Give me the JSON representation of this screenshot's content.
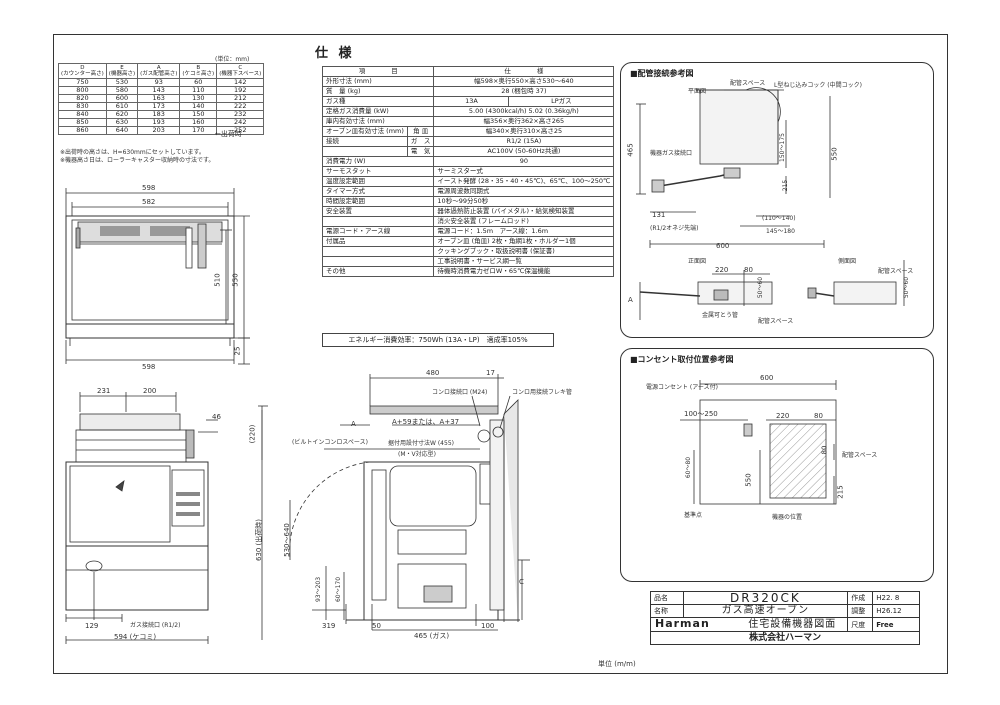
{
  "height_table": {
    "unit": "(単位：mm)",
    "headers": [
      [
        "D",
        "(カウンター高さ)"
      ],
      [
        "E",
        "(機器高さ)"
      ],
      [
        "A",
        "(ガス配管高さ)"
      ],
      [
        "B",
        "(ケコミ高さ)"
      ],
      [
        "C",
        "(機器下スペース)"
      ]
    ],
    "rows": [
      [
        "750",
        "530",
        "93",
        "60",
        "142"
      ],
      [
        "800",
        "580",
        "143",
        "110",
        "192"
      ],
      [
        "820",
        "600",
        "163",
        "130",
        "212"
      ],
      [
        "830",
        "610",
        "173",
        "140",
        "222"
      ],
      [
        "840",
        "620",
        "183",
        "150",
        "232"
      ],
      [
        "850",
        "630",
        "193",
        "160",
        "242"
      ],
      [
        "860",
        "640",
        "203",
        "170",
        "252"
      ]
    ],
    "factory_mark": "←出荷時",
    "note1": "※出荷時の高さは、H=630mmにセットしています。",
    "note2": "※機器高さ日は、ローラーキャスター収納時の寸法です。"
  },
  "spec": {
    "title": "仕 様",
    "header": {
      "item": "項　　　　目",
      "value": "仕　　　　様"
    },
    "rows": [
      {
        "item": "外形寸法 (mm)",
        "value": "幅598×奥行550×高さ530～640"
      },
      {
        "item": "質　量 (kg)",
        "value": "28 (梱包時 37)"
      },
      {
        "item": "ガス種",
        "v1": "13A",
        "v2": "LPガス"
      },
      {
        "item": "定格ガス消費量 (kW)",
        "value": "5.00 (4300kcal/h)  5.02 (0.36kg/h)"
      },
      {
        "item": "庫内有効寸法 (mm)",
        "value": "幅356×奥行362×高さ265"
      },
      {
        "item": "オーブン皿有効寸法 (mm)",
        "sub": "角 皿",
        "value": "幅340×奥行310×高さ25"
      },
      {
        "item": "接続",
        "sub": "ガ　ス",
        "value": "R1/2 (15A)"
      },
      {
        "item": "",
        "sub": "電　気",
        "value": "AC100V (50-60Hz共通)"
      },
      {
        "item": "消費電力 (W)",
        "value": "90"
      },
      {
        "item": "サーモスタット",
        "value": "サーミスター式"
      },
      {
        "item": "温度設定範囲",
        "value": "イースト発酵 (28・35・40・45℃)、65℃、100～250℃"
      },
      {
        "item": "タイマー方式",
        "value": "電源周波数同期式"
      },
      {
        "item": "時間設定範囲",
        "value": "10秒～99分50秒"
      },
      {
        "item": "安全装置",
        "value": "器体過熱防止装置 (バイメタル)・給気検知装置"
      },
      {
        "item": "",
        "value": "消火安全装置 (フレームロッド)"
      },
      {
        "item": "電源コード・アース線",
        "value": "電源コード：1.5m　アース線：1.6m"
      },
      {
        "item": "付属品",
        "value": "オーブン皿 (角皿) 2枚・角網1枚・ホルダー1個"
      },
      {
        "item": "",
        "value": "クッキングブック・取扱説明書 (保証書)"
      },
      {
        "item": "",
        "value": "工事説明書・サービス網一覧"
      },
      {
        "item": "その他",
        "value": "待機時消費電力ゼロW・65℃保温機能"
      }
    ]
  },
  "energy": "エネルギー消費効率：750Wh (13A・LP)　適成率105%",
  "front_view": {
    "d598_top": "598",
    "d582": "582",
    "d510": "510",
    "d550": "550",
    "d598_bottom": "598",
    "d25": "25"
  },
  "side_view": {
    "d231": "231",
    "d200": "200",
    "d46": "46",
    "d129": "129",
    "d594": "594 (ケコミ)",
    "gas_conn": "ガス接続口 (R1/2)"
  },
  "section_view": {
    "d480": "480",
    "d17": "17",
    "d220": "(220)",
    "A": "A",
    "A59": "A+59または、A+37",
    "builtin": "(ビルトインコンロスペース)",
    "cabinet": "据付用設付寸法W (455)",
    "mv": "(M・V対応型)",
    "d530_640": "530～640",
    "d630": "630 (出荷時)",
    "d93_203": "93～203",
    "d60_170": "60～170",
    "C": "C",
    "d319": "319",
    "d50": "50",
    "d465": "465 (ガス)",
    "d100": "100",
    "conro_port": "コンロ接続口 (M24)",
    "conro_tube": "コンロ用接続フレキ管"
  },
  "piping_panel": {
    "title": "■配管接続参考図",
    "plan": "平面図",
    "front": "正面図",
    "side": "側面図",
    "space": "配管スペース",
    "cock": "L型ねじ込みコック (中間コック)",
    "gas_port": "機器ガス接続口",
    "d465": "465",
    "d550": "550",
    "d150_175": "150～175",
    "d215": "215",
    "d131": "131",
    "r12": "(R1/2オネジ先端)",
    "d110_140": "(110～140)",
    "d145_180": "145～180",
    "d600": "600",
    "d220": "220",
    "d80": "80",
    "d50_60": "50～60",
    "A": "A",
    "metal_tube": "金属可とう管",
    "space2": "配管スペース",
    "space3": "配管スペース"
  },
  "outlet_panel": {
    "title": "■コンセント取付位置参考図",
    "d600": "600",
    "outlet": "電源コンセント (アース付)",
    "d100_250": "100～250",
    "d220": "220",
    "d80": "80",
    "d60_80": "60～80",
    "d550": "550",
    "d215": "215",
    "d80b": "80",
    "space": "配管スペース",
    "floor": "基準点",
    "position": "機器の位置"
  },
  "title_block": {
    "model_label": "品名",
    "model": "DR320CK",
    "name_label": "名称",
    "product": "ガス高速オーブン",
    "company_logo": "Harman",
    "drawing": "住宅設備機器図面",
    "company": "株式会社ハーマン",
    "made_label": "作成",
    "made": "H22. 8",
    "revised_label": "調整",
    "revised": "H26.12",
    "scale_label": "尺度",
    "scale": "Free"
  },
  "unit": "単位 (m/m)"
}
